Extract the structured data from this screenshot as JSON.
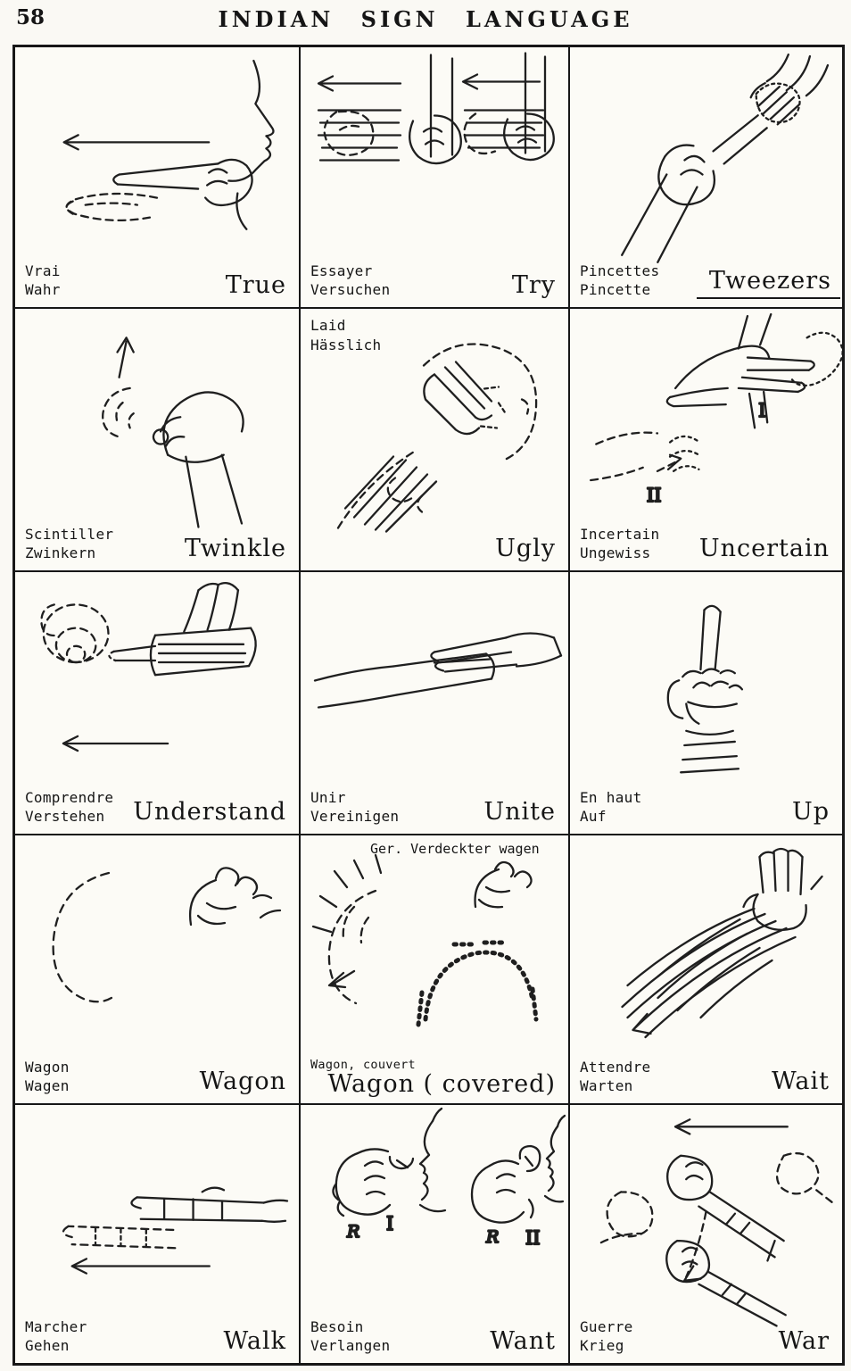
{
  "page": {
    "number": "58",
    "title": "INDIAN SIGN LANGUAGE"
  },
  "cells": [
    {
      "id": "true",
      "fr": "Vrai",
      "de": "Wahr",
      "en": "True"
    },
    {
      "id": "try",
      "fr": "Essayer",
      "de": "Versuchen",
      "en": "Try"
    },
    {
      "id": "tweezers",
      "fr": "Pincettes",
      "de": "Pincette",
      "en": "Tweezers"
    },
    {
      "id": "twinkle",
      "fr": "Scintiller",
      "de": "Zwinkern",
      "en": "Twinkle"
    },
    {
      "id": "ugly",
      "fr": "Laid",
      "de": "Hässlich",
      "en": "Ugly"
    },
    {
      "id": "uncertain",
      "fr": "Incertain",
      "de": "Ungewiss",
      "en": "Uncertain",
      "markers": {
        "one": "I",
        "two": "II"
      }
    },
    {
      "id": "understand",
      "fr": "Comprendre",
      "de": "Verstehen",
      "en": "Understand"
    },
    {
      "id": "unite",
      "fr": "Unir",
      "de": "Vereinigen",
      "en": "Unite"
    },
    {
      "id": "up",
      "fr": "En haut",
      "de": "Auf",
      "en": "Up"
    },
    {
      "id": "wagon",
      "fr": "Wagon",
      "de": "Wagen",
      "en": "Wagon"
    },
    {
      "id": "wagon-covered",
      "fr": "Wagon, couvert",
      "de": "",
      "en": "Wagon ( covered)",
      "note": "Ger. Verdeckter  wagen"
    },
    {
      "id": "wait",
      "fr": "Attendre",
      "de": "Warten",
      "en": "Wait"
    },
    {
      "id": "walk",
      "fr": "Marcher",
      "de": "Gehen",
      "en": "Walk"
    },
    {
      "id": "want",
      "fr": "Besoin",
      "de": "Verlangen",
      "en": "Want",
      "markers": {
        "r1": "R",
        "one": "I",
        "r2": "R",
        "two": "II"
      }
    },
    {
      "id": "war",
      "fr": "Guerre",
      "de": "Krieg",
      "en": "War"
    }
  ]
}
